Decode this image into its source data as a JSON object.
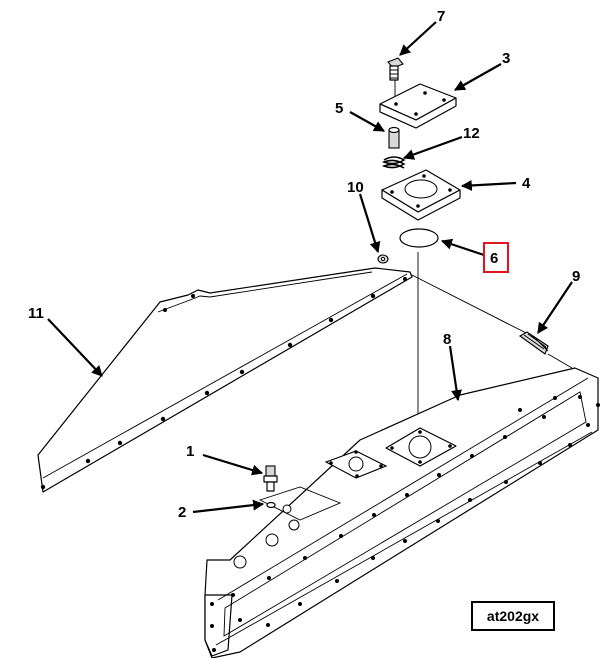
{
  "callouts": [
    {
      "id": "c1",
      "text": "1"
    },
    {
      "id": "c2",
      "text": "2"
    },
    {
      "id": "c3",
      "text": "3"
    },
    {
      "id": "c4",
      "text": "4"
    },
    {
      "id": "c5",
      "text": "5"
    },
    {
      "id": "c6",
      "text": "6",
      "highlighted": true
    },
    {
      "id": "c7",
      "text": "7"
    },
    {
      "id": "c8",
      "text": "8"
    },
    {
      "id": "c9",
      "text": "9"
    },
    {
      "id": "c10",
      "text": "10"
    },
    {
      "id": "c11",
      "text": "11"
    },
    {
      "id": "c12",
      "text": "12"
    }
  ],
  "figure_id": "at202gx",
  "colors": {
    "highlight": "#e0141c",
    "line": "#000000",
    "background": "#ffffff"
  }
}
